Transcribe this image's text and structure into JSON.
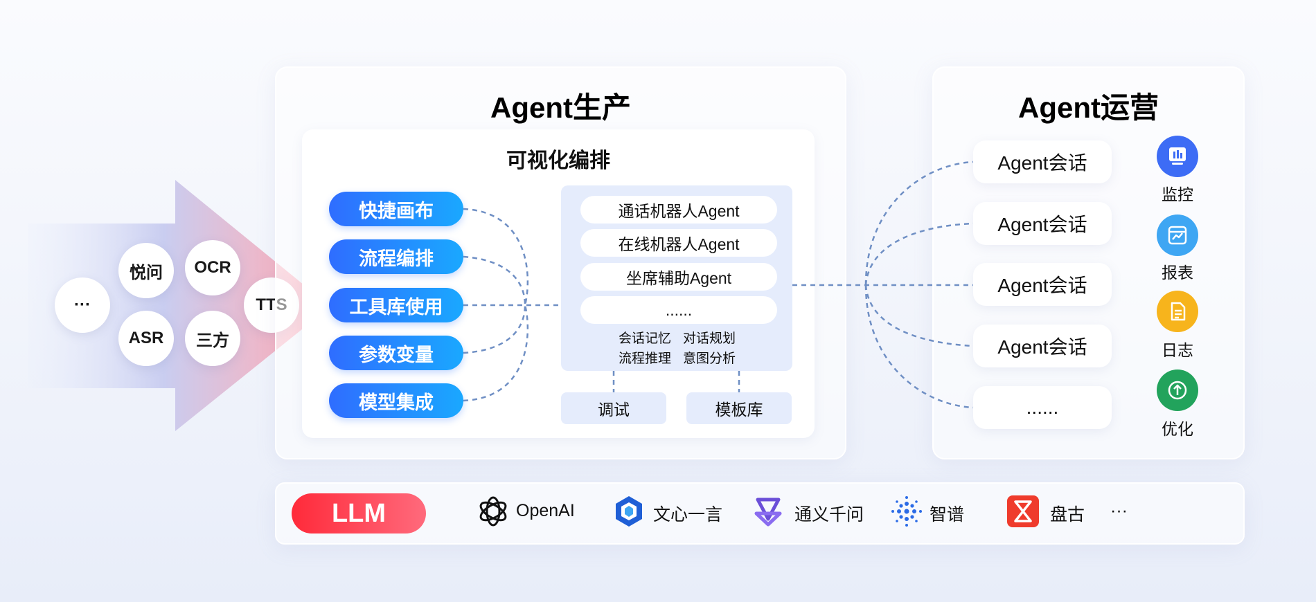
{
  "inputs": {
    "more": "···",
    "yuewen": "悦问",
    "ocr": "OCR",
    "asr": "ASR",
    "sanfang": "三方",
    "tts": "TTS"
  },
  "production": {
    "title": "Agent生产",
    "visual": {
      "title": "可视化编排",
      "features": [
        "快捷画布",
        "流程编排",
        "工具库使用",
        "参数变量",
        "模型集成"
      ],
      "agents": [
        "通话机器人Agent",
        "在线机器人Agent",
        "坐席辅助Agent",
        "......"
      ],
      "capabilities": [
        "会话记忆",
        "对话规划",
        "流程推理",
        "意图分析"
      ],
      "debug": "调试",
      "templates": "模板库"
    }
  },
  "operations": {
    "title": "Agent运营",
    "sessions": [
      "Agent会话",
      "Agent会话",
      "Agent会话",
      "Agent会话",
      "......"
    ],
    "tools": [
      {
        "label": "监控",
        "icon": "monitor-icon",
        "color": "#3d6cf5"
      },
      {
        "label": "报表",
        "icon": "report-icon",
        "color": "#3ea6f3"
      },
      {
        "label": "日志",
        "icon": "log-icon",
        "color": "#f7b41c"
      },
      {
        "label": "优化",
        "icon": "optimize-icon",
        "color": "#22a35c"
      }
    ]
  },
  "llm": {
    "label": "LLM",
    "providers": [
      "OpenAI",
      "文心一言",
      "通义千问",
      "智谱",
      "盘古"
    ],
    "more": "···"
  },
  "colors": {
    "accent_blue": "#2f6dff",
    "llm_red": "#ff2a3a",
    "connector": "#6f8fc4"
  }
}
